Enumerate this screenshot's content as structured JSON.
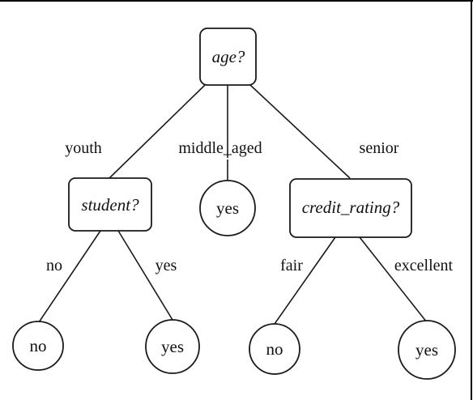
{
  "tree": {
    "root": {
      "label": "age?",
      "branches": [
        {
          "label": "youth",
          "target": "student"
        },
        {
          "label": "middle_aged",
          "target": "middle_leaf"
        },
        {
          "label": "senior",
          "target": "credit"
        }
      ]
    },
    "student": {
      "label": "student?",
      "branches": [
        {
          "label": "no",
          "target": "student_no_leaf"
        },
        {
          "label": "yes",
          "target": "student_yes_leaf"
        }
      ]
    },
    "middle_leaf": {
      "label": "yes"
    },
    "credit": {
      "label": "credit_rating?",
      "branches": [
        {
          "label": "fair",
          "target": "credit_fair_leaf"
        },
        {
          "label": "excellent",
          "target": "credit_excellent_leaf"
        }
      ]
    },
    "student_no_leaf": {
      "label": "no"
    },
    "student_yes_leaf": {
      "label": "yes"
    },
    "credit_fair_leaf": {
      "label": "no"
    },
    "credit_excellent_leaf": {
      "label": "yes"
    }
  }
}
